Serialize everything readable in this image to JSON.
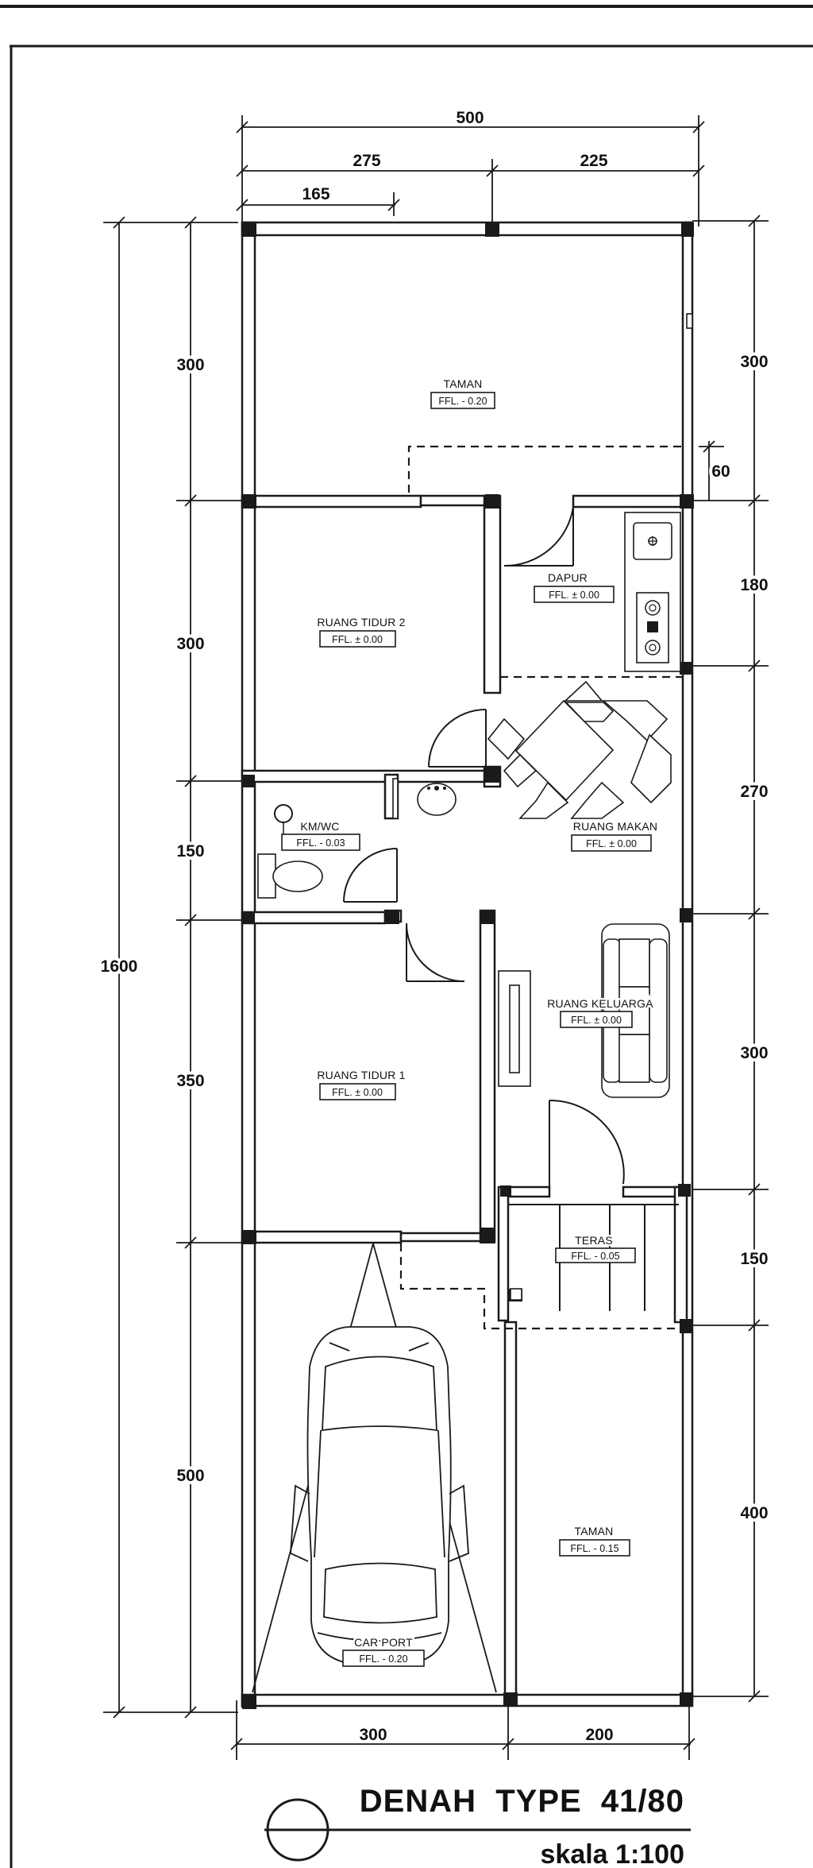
{
  "dimensions": {
    "top_total": "500",
    "top_left": "275",
    "top_right": "225",
    "top_sub": "165",
    "left_total": "1600",
    "left": [
      "300",
      "300",
      "150",
      "350",
      "500"
    ],
    "right": [
      "300",
      "60",
      "180",
      "270",
      "300",
      "150",
      "400"
    ],
    "bottom": [
      "300",
      "200"
    ]
  },
  "rooms": {
    "taman_back": {
      "name": "TAMAN",
      "ffl": "FFL. - 0.20"
    },
    "tidur2": {
      "name": "RUANG TIDUR 2",
      "ffl": "FFL. ± 0.00"
    },
    "dapur": {
      "name": "DAPUR",
      "ffl": "FFL. ± 0.00"
    },
    "kmwc": {
      "name": "KM/WC",
      "ffl": "FFL. - 0.03"
    },
    "makan": {
      "name": "RUANG MAKAN",
      "ffl": "FFL. ± 0.00"
    },
    "keluarga": {
      "name": "RUANG KELUARGA",
      "ffl": "FFL. ± 0.00"
    },
    "tidur1": {
      "name": "RUANG TIDUR 1",
      "ffl": "FFL. ± 0.00"
    },
    "teras": {
      "name": "TERAS",
      "ffl": "FFL. - 0.05"
    },
    "taman_front": {
      "name": "TAMAN",
      "ffl": "FFL. - 0.15"
    },
    "carport": {
      "name": "CAR PORT",
      "ffl": "FFL. - 0.20"
    }
  },
  "title": {
    "main": "DENAH  TYPE  41/80",
    "scale": "skala 1:100"
  }
}
